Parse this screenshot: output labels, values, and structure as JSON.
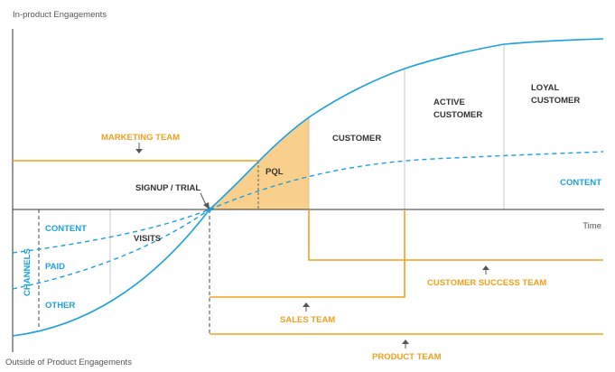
{
  "colors": {
    "blue": "#1a9fe0",
    "orange": "#f0a01e",
    "pql_fill": "#f9cf8c",
    "axis": "#333333",
    "divider": "#bbbbbb",
    "text_dark": "#333333",
    "text_muted": "#555555"
  },
  "axes": {
    "y_top_label": "In-product Engagements",
    "y_bottom_label": "Outside of Product Engagements",
    "x_label": "Time"
  },
  "stages": {
    "pql": "PQL",
    "customer": "CUSTOMER",
    "active_customer_line1": "ACTIVE",
    "active_customer_line2": "CUSTOMER",
    "loyal_customer_line1": "LOYAL",
    "loyal_customer_line2": "CUSTOMER",
    "signup_trial": "SIGNUP / TRIAL",
    "visits": "VISITS"
  },
  "teams": {
    "marketing": "MARKETING TEAM",
    "customer_success": "CUSTOMER SUCCESS TEAM",
    "sales": "SALES TEAM",
    "product": "PRODUCT TEAM"
  },
  "channels": {
    "title": "CHANNELS",
    "content": "CONTENT",
    "paid": "PAID",
    "other": "OTHER"
  },
  "curves": {
    "content_right": "CONTENT"
  }
}
